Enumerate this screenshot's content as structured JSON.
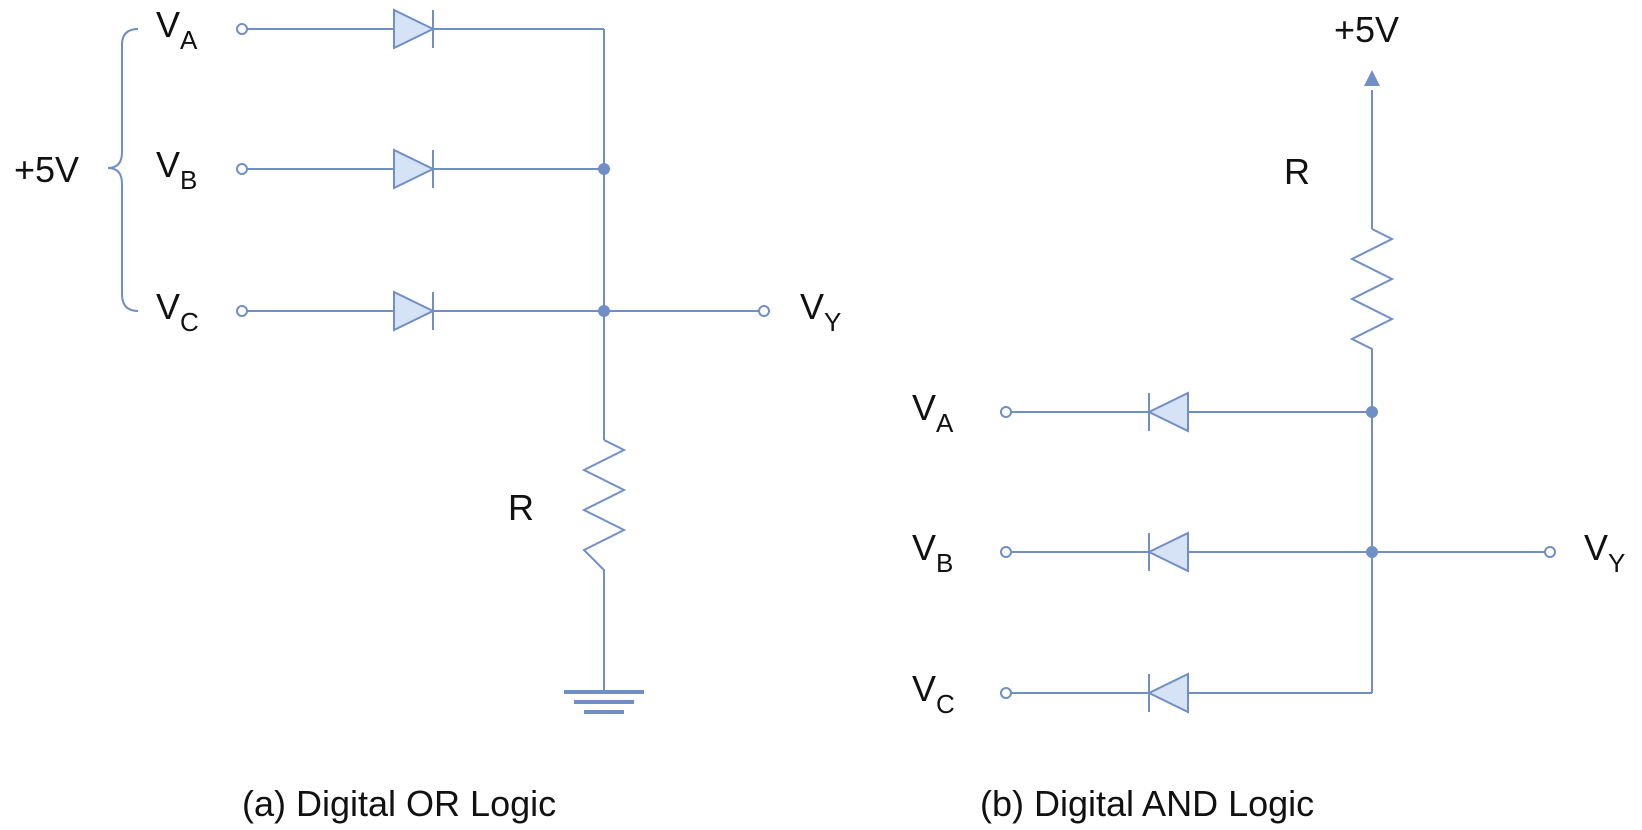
{
  "or_circuit": {
    "caption": "(a) Digital OR Logic",
    "supply_label": "+5V",
    "inputs": [
      {
        "main": "V",
        "sub": "A"
      },
      {
        "main": "V",
        "sub": "B"
      },
      {
        "main": "V",
        "sub": "C"
      }
    ],
    "output": {
      "main": "V",
      "sub": "Y"
    },
    "resistor_label": "R"
  },
  "and_circuit": {
    "caption": "(b) Digital AND Logic",
    "supply_label": "+5V",
    "inputs": [
      {
        "main": "V",
        "sub": "A"
      },
      {
        "main": "V",
        "sub": "B"
      },
      {
        "main": "V",
        "sub": "C"
      }
    ],
    "output": {
      "main": "V",
      "sub": "Y"
    },
    "resistor_label": "R"
  },
  "colors": {
    "wire": "#6f8fc6",
    "diode_fill": "#d6e3f6"
  }
}
